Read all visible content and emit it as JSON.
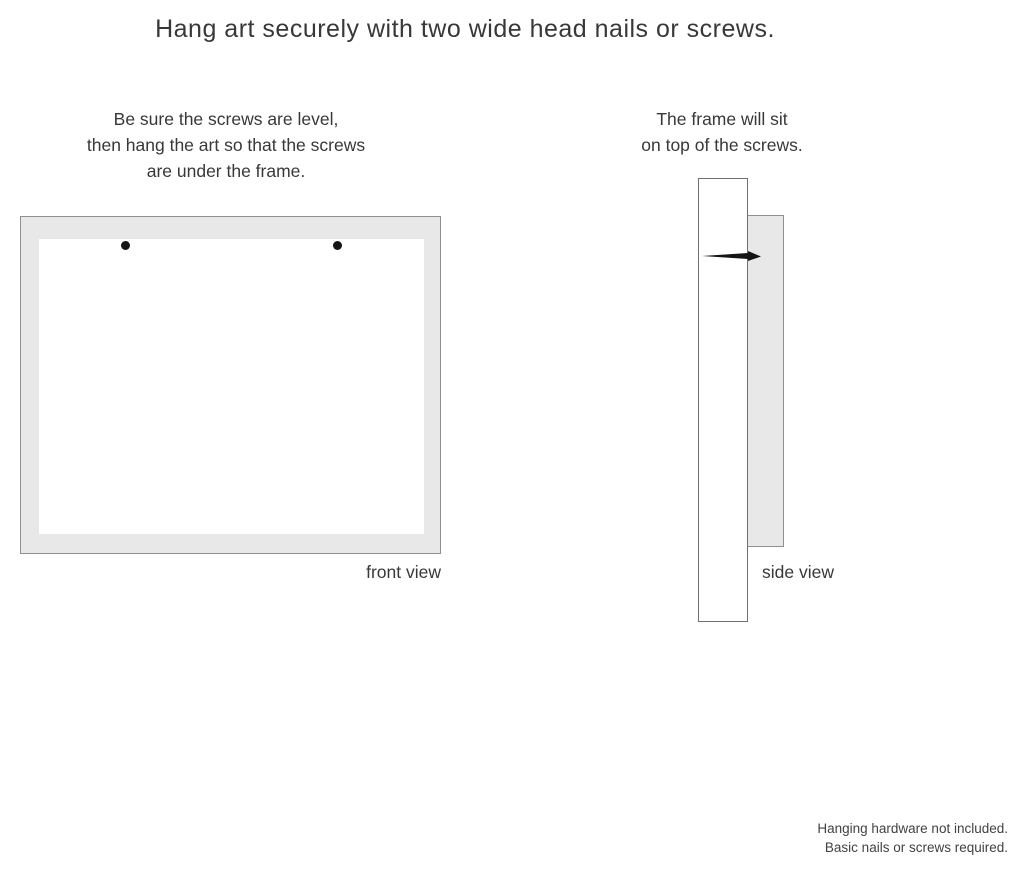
{
  "title": "Hang art securely with two wide head nails or screws.",
  "front": {
    "instruction_lines": [
      "Be sure the screws are level,",
      "then hang the art so that the screws",
      "are under the frame."
    ],
    "label": "front view"
  },
  "side": {
    "instruction_lines": [
      "The frame will sit",
      "on top of the screws."
    ],
    "label": "side view"
  },
  "footer_lines": [
    "Hanging hardware not included.",
    "Basic nails or screws required."
  ],
  "colors": {
    "frame_fill": "#e8e8e8",
    "frame_border": "#8f8f8f",
    "text": "#383838",
    "nail": "#141414"
  }
}
